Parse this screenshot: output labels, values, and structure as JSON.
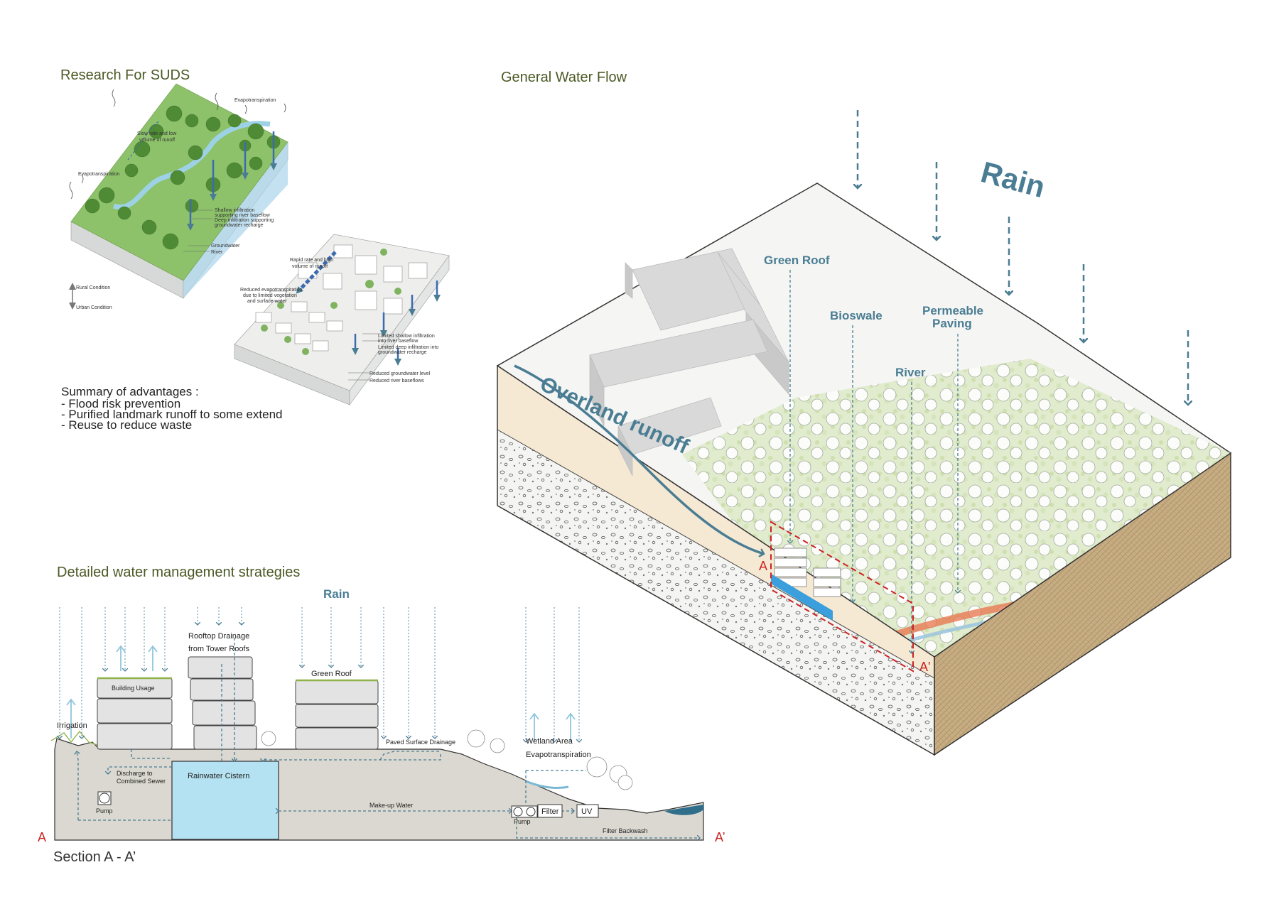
{
  "headings": {
    "research": "Research For SUDS",
    "general": "General Water Flow",
    "detailed": "Detailed water management strategies",
    "section": "Section A - A’"
  },
  "research": {
    "labels": {
      "evapo_top": "Evapotranspiration",
      "slow": "Slow rate and low",
      "slow2": "volume of runoff",
      "evapo_left": "Evapotranspiration",
      "shallow": "Shallow infiltration",
      "shallow2": "supporting river baseflow",
      "deep": "Deep infiltration supporting",
      "deep2": "groundwater recharge",
      "groundwater": "Groundwater",
      "river": "River",
      "rural": "Rural Condition",
      "urban": "Urban Condition",
      "rapid": "Rapid rate and high",
      "rapid2": "volume of runoff",
      "reduced_evapo": "Reduced evapotranspiration",
      "reduced_evapo2": "due to limited vegetation",
      "reduced_evapo3": "and surface water",
      "limited_shallow": "Limited shallow infiltration",
      "limited_shallow2": "into river baseflow",
      "limited_deep": "Limited deep infiltration into",
      "limited_deep2": "groundwater recharge",
      "reduced_gw": "Reduced groundwater level",
      "reduced_river": "Reduced river baseflows"
    }
  },
  "advantages": {
    "title": "Summary of advantages :",
    "items": [
      "- Flood risk prevention",
      "- Purified landmark runoff to some extend",
      "- Reuse to reduce waste"
    ]
  },
  "flow": {
    "rain": "Rain",
    "overland": "Overland runoff",
    "green_roof": "Green Roof",
    "bioswale": "Bioswale",
    "permeable1": "Permeable",
    "permeable2": "Paving",
    "river": "River",
    "a": "A",
    "a_prime": "A'"
  },
  "section": {
    "rain": "Rain",
    "rooftop1": "Rooftop Drainage",
    "rooftop2": "from Tower Roofs",
    "green_roof": "Green Roof",
    "building_usage": "Building Usage",
    "irrigation": "Irrigation",
    "paved": "Paved Surface Drainage",
    "wetland1": "Wetland Area",
    "wetland2": "Evapotranspiration",
    "discharge1": "Discharge to",
    "discharge2": "Combined Sewer",
    "cistern": "Rainwater Cistern",
    "pump": "Pump",
    "makeup": "Make-up Water",
    "filter": "Filter",
    "uv": "UV",
    "backwash": "Filter Backwash",
    "a": "A",
    "a_prime": "A’"
  },
  "colors": {
    "heading_green": "#4a5a25",
    "accent_blue": "#4a7d93",
    "red": "#cc2222",
    "cistern_blue": "#b5e2f2",
    "ground": "#dad8d0",
    "sand": "#f6e9d4",
    "soil_brown": "#c7ad84"
  }
}
